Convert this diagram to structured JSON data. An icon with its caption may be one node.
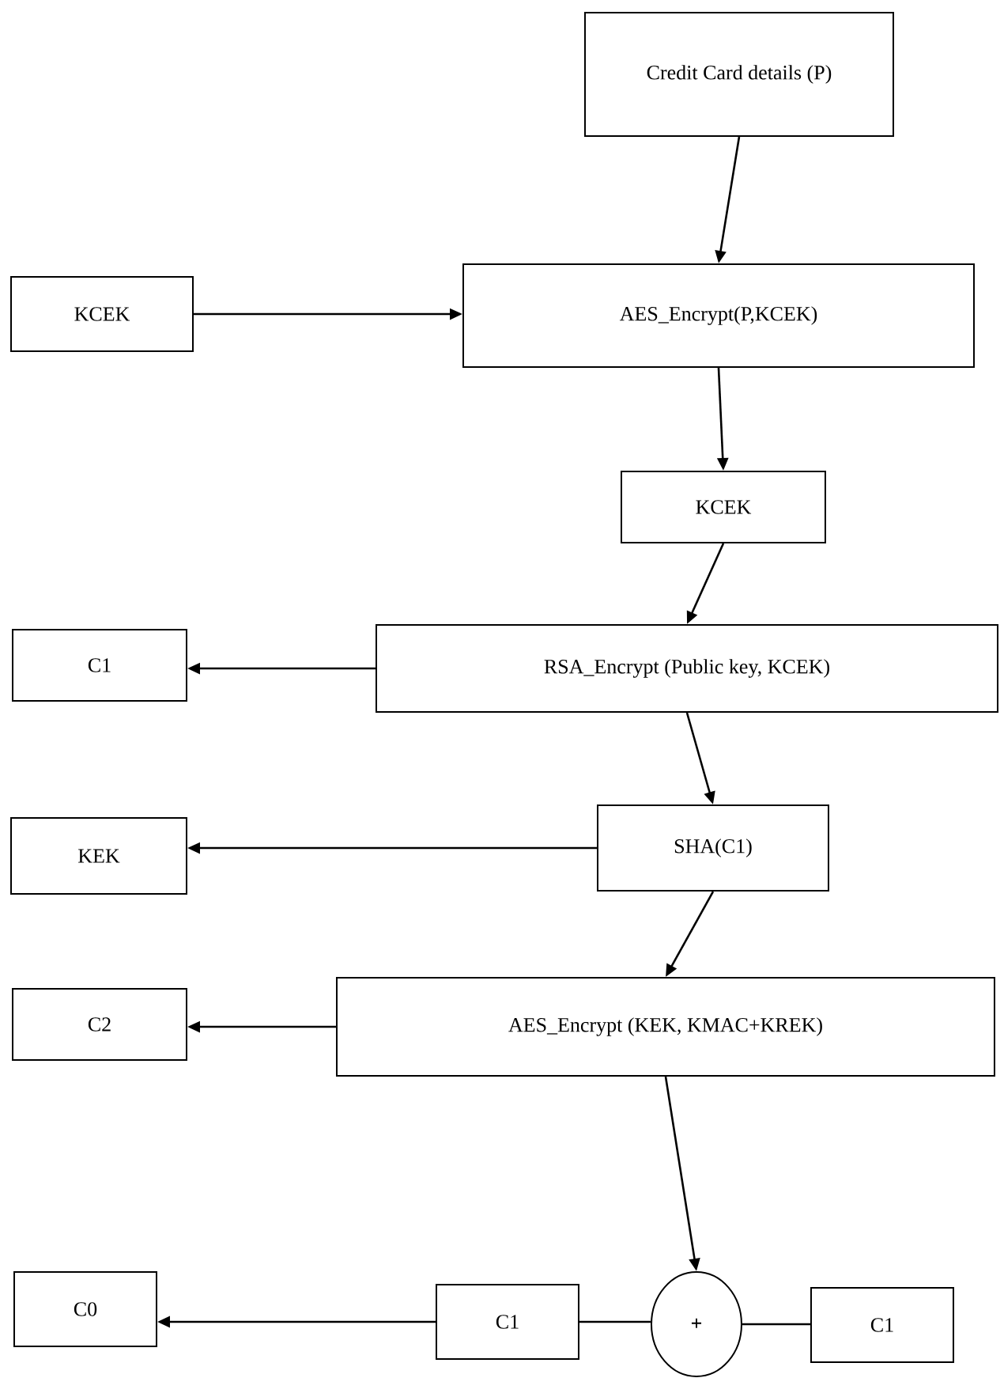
{
  "diagram": {
    "nodes": [
      {
        "text": [
          "Credit Card details (P)"
        ]
      },
      {
        "text": [
          "KCEK"
        ]
      },
      {
        "text": [
          "AES_Encrypt(P,KCEK)"
        ]
      },
      {
        "text": [
          "KCEK"
        ]
      },
      {
        "text": [
          "C1"
        ]
      },
      {
        "text": [
          "RSA_Encrypt (Public key, KCEK)"
        ]
      },
      {
        "text": [
          "KEK"
        ]
      },
      {
        "text": [
          "SHA(C1)"
        ]
      },
      {
        "text": [
          "C2"
        ]
      },
      {
        "text": [
          "AES_Encrypt (KEK, KMAC+KREK)"
        ]
      },
      {
        "text": [
          "C0"
        ]
      },
      {
        "text": [
          "C1"
        ]
      },
      {
        "text": [
          "+"
        ]
      },
      {
        "text": [
          "C1"
        ]
      }
    ],
    "edges": [
      {
        "from": 0,
        "to": 2,
        "arrow": "to"
      },
      {
        "from": 1,
        "to": 2,
        "arrow": "to"
      },
      {
        "from": 2,
        "to": 3,
        "arrow": "to"
      },
      {
        "from": 3,
        "to": 5,
        "arrow": "to"
      },
      {
        "from": 5,
        "to": 4,
        "arrow": "to"
      },
      {
        "from": 5,
        "to": 7,
        "arrow": "to"
      },
      {
        "from": 7,
        "to": 6,
        "arrow": "to"
      },
      {
        "from": 7,
        "to": 9,
        "arrow": "to"
      },
      {
        "from": 9,
        "to": 8,
        "arrow": "to"
      },
      {
        "from": 9,
        "to": 12,
        "arrow": "to"
      },
      {
        "from": 11,
        "to": 10,
        "arrow": "to"
      },
      {
        "from": 11,
        "to": 12,
        "arrow": "none"
      },
      {
        "from": 12,
        "to": 13,
        "arrow": "none"
      }
    ]
  }
}
